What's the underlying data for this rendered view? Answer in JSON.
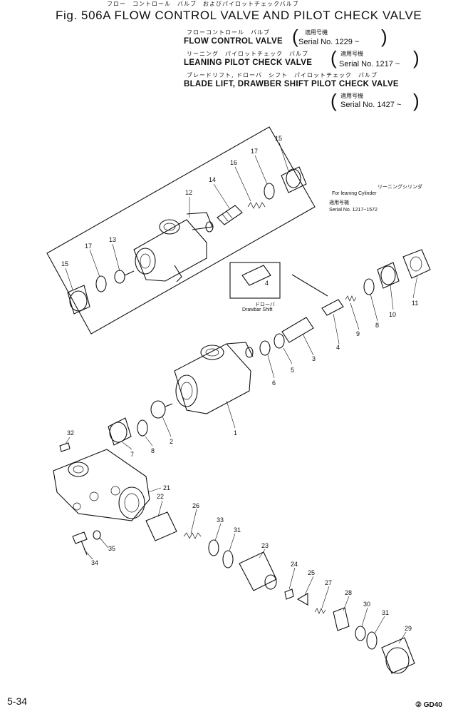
{
  "header": {
    "jp_title": "フロー　コントロール　バルブ　およびパイロットチェックバルブ",
    "title": "Fig. 506A FLOW CONTROL VALVE AND PILOT CHECK VALVE"
  },
  "valves": [
    {
      "jp": "フローコントロール　バルブ",
      "name": "FLOW CONTROL VALVE",
      "serial_jp": "適用号機",
      "serial": "Serial No. 1229 ~"
    },
    {
      "jp": "リーニング　パイロットチェック　バルブ",
      "name": "LEANING PILOT CHECK VALVE",
      "serial_jp": "適用号機",
      "serial": "Serial No. 1217 ~"
    },
    {
      "jp": "ブレードリフト, ドローバ　シフト　パイロットチェック　バルブ",
      "name": "BLADE LIFT, DRAWBER SHIFT PILOT CHECK VALVE",
      "serial_jp": "適用号機",
      "serial": "Serial No. 1427 ~"
    }
  ],
  "notes": {
    "leaning_jp": "リーニングシリンダ",
    "leaning": "For leaning Cylinder",
    "leaning_serial_jp": "適用号機",
    "leaning_serial": "Serial No. 1217~1572",
    "drawbar_jp": "ドローバ",
    "drawbar": "Drawbar Shift"
  },
  "part_labels": [
    "15",
    "17",
    "16",
    "14",
    "12",
    "13",
    "17",
    "15",
    "4",
    "1",
    "2",
    "3",
    "4",
    "5",
    "6",
    "7",
    "8",
    "9",
    "8",
    "10",
    "11",
    "32",
    "21",
    "22",
    "26",
    "33",
    "31",
    "23",
    "24",
    "25",
    "27",
    "28",
    "30",
    "31",
    "29",
    "34",
    "35"
  ],
  "footer": {
    "page": "5-34",
    "model_mark": "②",
    "model": "GD40"
  }
}
